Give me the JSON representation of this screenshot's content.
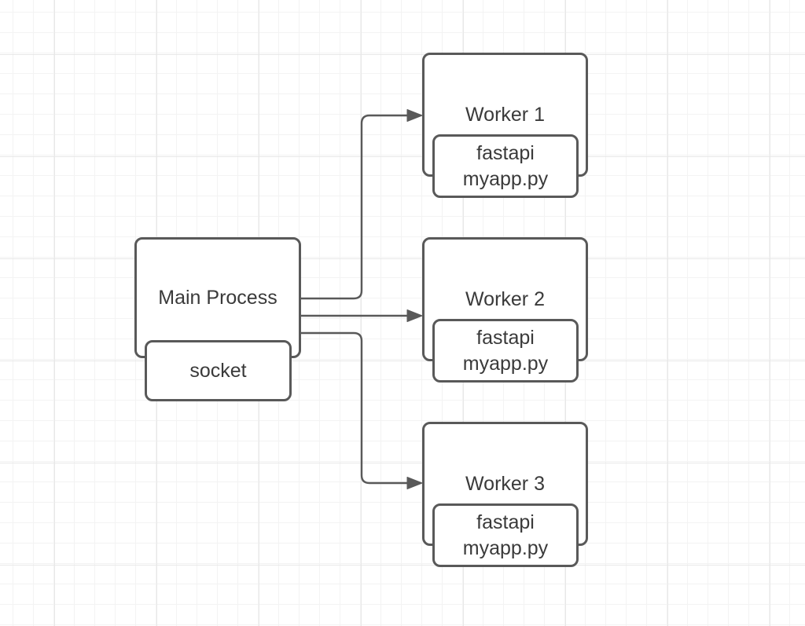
{
  "diagram": {
    "colors": {
      "stroke": "#595959",
      "text": "#3a3a3a",
      "fill": "#ffffff",
      "background": "#ffffff",
      "grid_minor": "#f3f3f3",
      "grid_major": "#e8e8e8"
    },
    "nodes": {
      "main": {
        "label": "Main Process"
      },
      "socket": {
        "label": "socket"
      }
    },
    "workers": [
      {
        "label": "Worker 1",
        "sub": [
          "fastapi",
          "myapp.py"
        ]
      },
      {
        "label": "Worker 2",
        "sub": [
          "fastapi",
          "myapp.py"
        ]
      },
      {
        "label": "Worker 3",
        "sub": [
          "fastapi",
          "myapp.py"
        ]
      }
    ],
    "connectors": [
      {
        "from": "Main Process",
        "to": "Worker 1"
      },
      {
        "from": "Main Process",
        "to": "Worker 2"
      },
      {
        "from": "Main Process",
        "to": "Worker 3"
      }
    ]
  }
}
